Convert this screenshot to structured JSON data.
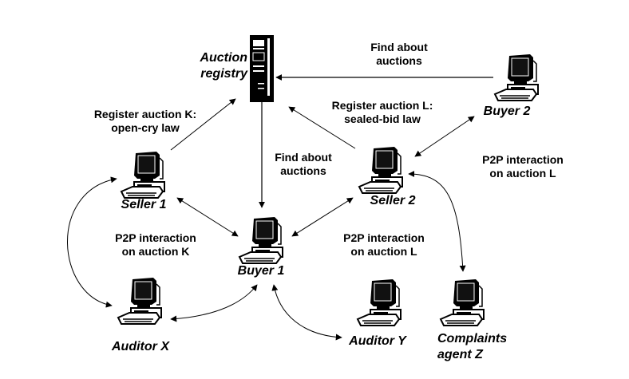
{
  "diagram": {
    "nodes": {
      "registry": {
        "label": "Auction\nregistry",
        "icon": "server-icon"
      },
      "buyer2": {
        "label": "Buyer 2",
        "icon": "computer-icon"
      },
      "seller1": {
        "label": "Seller 1",
        "icon": "computer-icon"
      },
      "seller2": {
        "label": "Seller 2",
        "icon": "computer-icon"
      },
      "buyer1": {
        "label": "Buyer 1",
        "icon": "computer-icon"
      },
      "auditorX": {
        "label": "Auditor X",
        "icon": "computer-icon"
      },
      "auditorY": {
        "label": "Auditor Y",
        "icon": "computer-icon"
      },
      "complaints": {
        "label": "Complaints\nagent Z",
        "icon": "computer-icon"
      }
    },
    "edge_labels": {
      "buyer2_find": "Find about\nauctions",
      "register_k": "Register auction K:\nopen-cry law",
      "register_l": "Register auction L:\nsealed-bid law",
      "buyer1_find": "Find about\nauctions",
      "p2p_l_upper": "P2P interaction\non auction L",
      "p2p_k": "P2P interaction\non auction K",
      "p2p_l_lower": "P2P interaction\non auction L"
    },
    "edges": [
      {
        "from": "buyer2",
        "to": "registry",
        "label_key": "buyer2_find",
        "directed": "one-way"
      },
      {
        "from": "seller1",
        "to": "registry",
        "label_key": "register_k",
        "directed": "one-way"
      },
      {
        "from": "seller2",
        "to": "registry",
        "label_key": "register_l",
        "directed": "one-way"
      },
      {
        "from": "registry",
        "to": "buyer1",
        "label_key": "buyer1_find",
        "directed": "one-way"
      },
      {
        "from": "seller2",
        "to": "buyer2",
        "label_key": "p2p_l_upper",
        "directed": "two-way"
      },
      {
        "from": "seller1",
        "to": "buyer1",
        "label_key": "p2p_k",
        "directed": "two-way"
      },
      {
        "from": "seller2",
        "to": "buyer1",
        "label_key": "p2p_l_lower",
        "directed": "two-way"
      },
      {
        "from": "seller1",
        "to": "auditorX",
        "directed": "two-way"
      },
      {
        "from": "buyer1",
        "to": "auditorX",
        "directed": "two-way"
      },
      {
        "from": "buyer1",
        "to": "auditorY",
        "directed": "two-way"
      },
      {
        "from": "seller2",
        "to": "complaints",
        "directed": "two-way"
      }
    ]
  }
}
